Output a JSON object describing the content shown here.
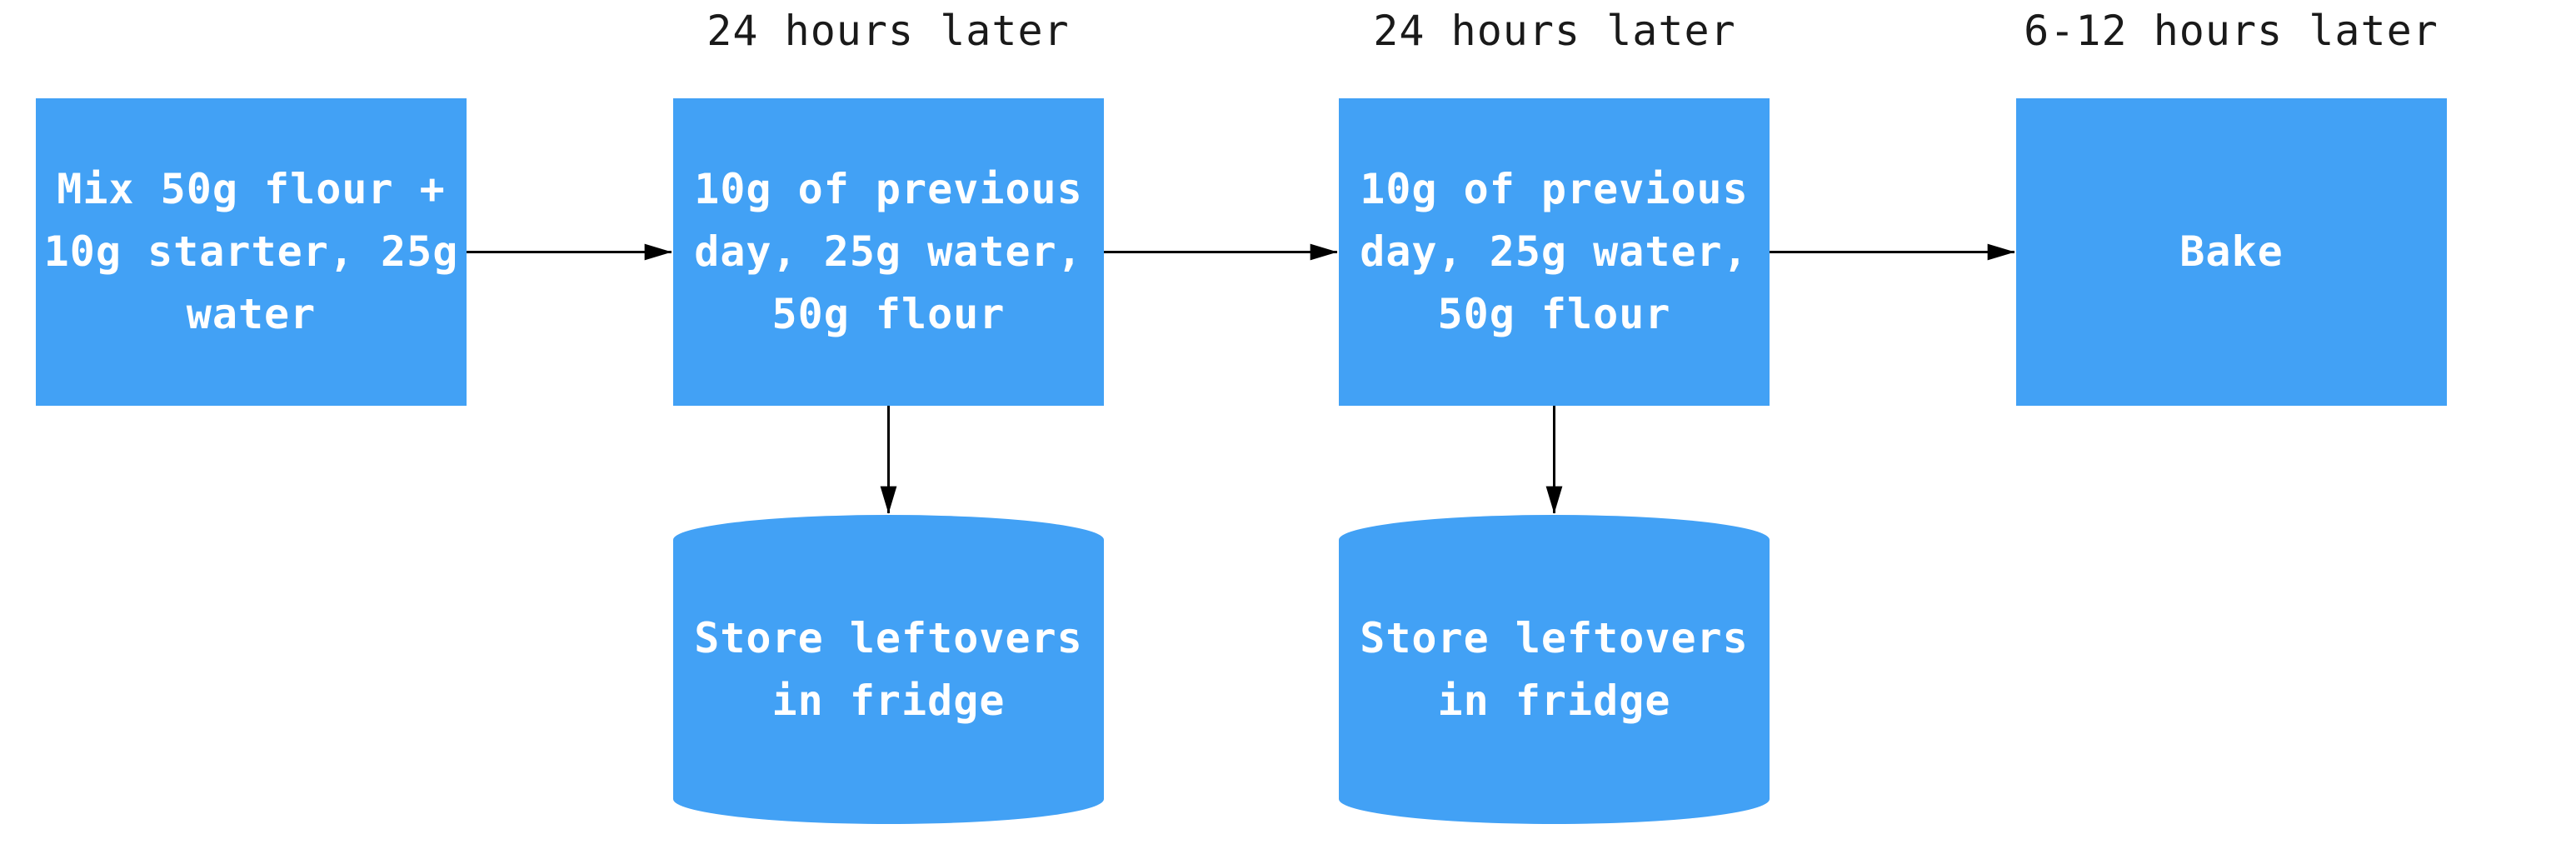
{
  "diagram": {
    "type": "flowchart",
    "colors": {
      "node_fill": "#42A1F5",
      "node_text": "#ffffff",
      "edge": "#000000",
      "label_text": "#1a1a1a",
      "background": "#ffffff"
    },
    "labels": [
      {
        "text": "24 hours later"
      },
      {
        "text": "24 hours later"
      },
      {
        "text": "6-12 hours later"
      }
    ],
    "nodes": [
      {
        "id": "mix",
        "shape": "rectangle",
        "text": "Mix 50g flour +\n10g starter, 25g\nwater"
      },
      {
        "id": "feed1",
        "shape": "rectangle",
        "text": "10g of previous\nday, 25g water,\n50g flour"
      },
      {
        "id": "feed2",
        "shape": "rectangle",
        "text": "10g of previous\nday, 25g water,\n50g flour"
      },
      {
        "id": "bake",
        "shape": "rectangle",
        "text": "Bake"
      },
      {
        "id": "store1",
        "shape": "cylinder",
        "text": "Store leftovers\nin fridge"
      },
      {
        "id": "store2",
        "shape": "cylinder",
        "text": "Store leftovers\nin fridge"
      }
    ],
    "edges": [
      {
        "from": "mix",
        "to": "feed1",
        "direction": "right"
      },
      {
        "from": "feed1",
        "to": "feed2",
        "direction": "right"
      },
      {
        "from": "feed2",
        "to": "bake",
        "direction": "right"
      },
      {
        "from": "feed1",
        "to": "store1",
        "direction": "down"
      },
      {
        "from": "feed2",
        "to": "store2",
        "direction": "down"
      }
    ]
  }
}
